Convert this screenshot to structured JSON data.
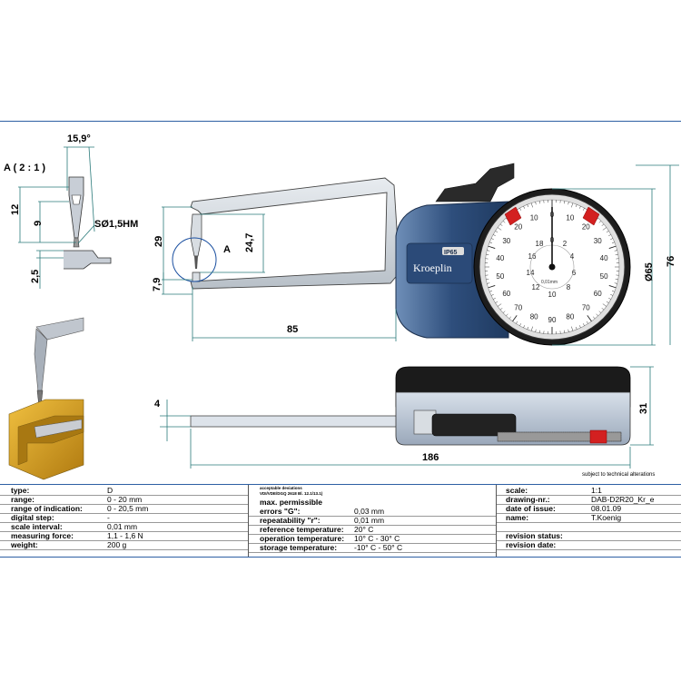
{
  "detail": {
    "label": "A ( 2 : 1 )",
    "angle": "15,9°",
    "dim_12": "12",
    "dim_9": "9",
    "sphere": "SØ1,5HM",
    "dim_2_5": "2,5"
  },
  "front_view": {
    "dim_29": "29",
    "dim_7_9": "7,9",
    "dim_24_7": "24,7",
    "section_label": "A",
    "dim_85": "85",
    "dim_65": "Ø65",
    "dim_76": "76",
    "brand": "Kroeplin",
    "ip_badge": "IP65",
    "dial": {
      "outer_numbers": [
        "90",
        "80",
        "70",
        "60",
        "50",
        "40",
        "30",
        "20",
        "10",
        "0",
        "10",
        "20",
        "30",
        "40",
        "50",
        "60",
        "70",
        "80"
      ],
      "inner_numbers": [
        "18",
        "0",
        "2",
        "16",
        "4",
        "14",
        "6",
        "12",
        "8",
        "10"
      ],
      "unit": "0,01mm"
    }
  },
  "side_view": {
    "dim_4": "4",
    "dim_31": "31",
    "dim_186": "186"
  },
  "note": "subject to technical alterations",
  "info": {
    "col1": [
      {
        "label": "type:",
        "value": "D"
      },
      {
        "label": "range:",
        "value": "0 - 20 mm"
      },
      {
        "label": "range of indication:",
        "value": "0 - 20,5 mm"
      },
      {
        "label": "digital step:",
        "value": "-"
      },
      {
        "label": "scale interval:",
        "value": "0,01 mm"
      },
      {
        "label": "measuring force:",
        "value": "1,1 - 1,6 N"
      },
      {
        "label": "weight:",
        "value": "200 g"
      }
    ],
    "col2_header1": "acceptable deviations",
    "col2_header2": "VDI/VDE/DGQ 2618 Bl. 12.1/13.1)",
    "col2_title": "max. permissible",
    "col2": [
      {
        "label": "errors \"G\":",
        "value": "0,03 mm"
      },
      {
        "label": "repeatability \"r\":",
        "value": "0,01 mm"
      },
      {
        "label": "reference temperature:",
        "value": "20° C"
      },
      {
        "label": "operation temperature:",
        "value": "10° C - 30° C"
      },
      {
        "label": "storage temperature:",
        "value": "-10° C - 50° C"
      }
    ],
    "col3": [
      {
        "label": "scale:",
        "value": "1:1"
      },
      {
        "label": "drawing-nr.:",
        "value": "DAB-D2R20_Kr_e"
      },
      {
        "label": "date of issue:",
        "value": "08.01.09"
      },
      {
        "label": "name:",
        "value": "T.Koenig"
      },
      {
        "label": "",
        "value": ""
      },
      {
        "label": "revision status:",
        "value": ""
      },
      {
        "label": "revision date:",
        "value": ""
      }
    ]
  },
  "colors": {
    "frame": "#2d5fa3",
    "dimension": "#2a7a7a",
    "gauge_body": "#2e4e7c",
    "gold_block": "#d9a520",
    "red_marker": "#d32020"
  }
}
